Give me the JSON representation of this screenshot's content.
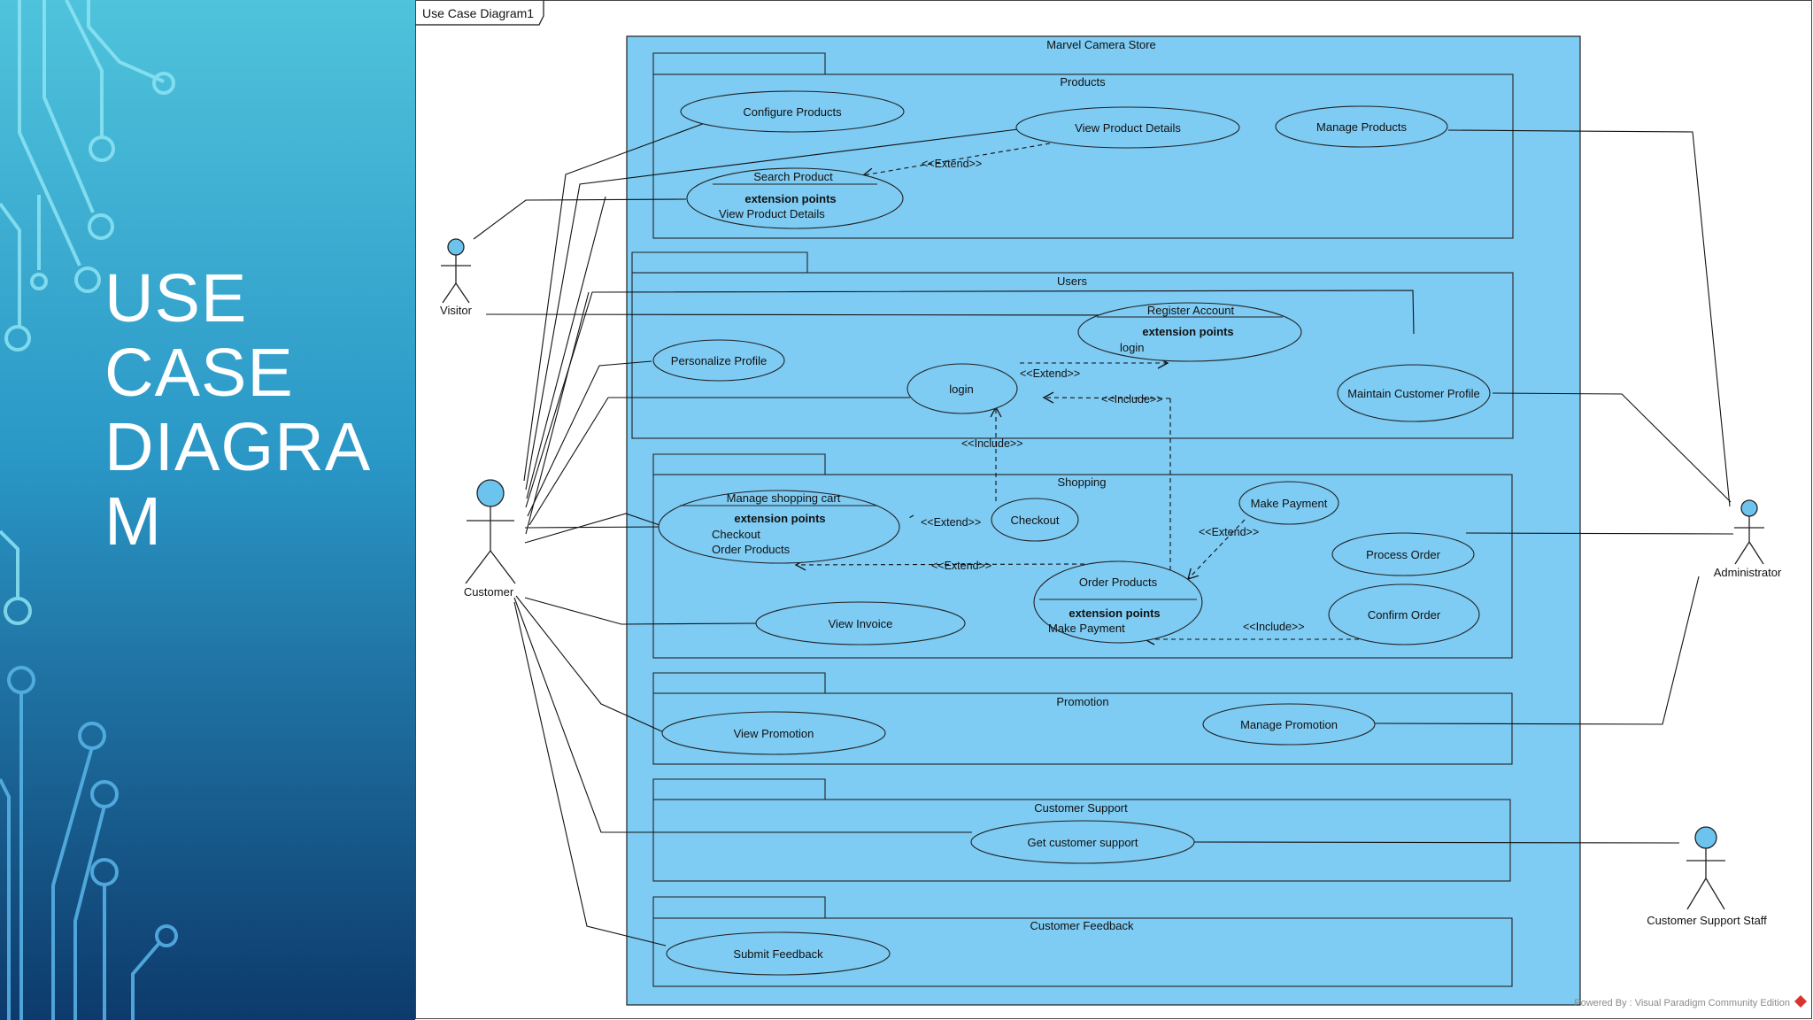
{
  "slide": {
    "title": "USE CASE DIAGRAM",
    "title_lines": [
      "USE",
      "CASE",
      "DIAGRA",
      "M"
    ]
  },
  "diagram": {
    "tab_label": "Use Case Diagram1",
    "system_name": "Marvel Camera Store",
    "watermark": "Powered By : Visual Paradigm Community Edition",
    "colors": {
      "system_fill": "#7ecbf3",
      "package_fill": "#7ecbf3",
      "usecase_fill": "#7ecbf3",
      "actor_head": "#6cc4ee",
      "left_panel_top": "#4fc1dc",
      "left_panel_bottom": "#0f3c6e"
    },
    "packages": {
      "products": "Products",
      "users": "Users",
      "shopping": "Shopping",
      "promotion": "Promotion",
      "support": "Customer Support",
      "feedback": "Customer Feedback"
    },
    "actors": {
      "visitor": "Visitor",
      "customer": "Customer",
      "administrator": "Administrator",
      "support_staff": "Customer Support Staff"
    },
    "usecases": {
      "configure_products": "Configure Products",
      "view_product_details": "View Product Details",
      "manage_products": "Manage Products",
      "search_product": {
        "name": "Search Product",
        "ext_title": "extension points",
        "ext_point": "View Product Details"
      },
      "register_account": {
        "name": "Register Account",
        "ext_title": "extension points",
        "ext_point": "login"
      },
      "personalize_profile": "Personalize Profile",
      "login": "login",
      "maintain_customer_profile": "Maintain Customer Profile",
      "manage_shopping_cart": {
        "name": "Manage shopping cart",
        "ext_title": "extension points",
        "ext_point_1": "Checkout",
        "ext_point_2": "Order Products"
      },
      "checkout": "Checkout",
      "make_payment": "Make Payment",
      "process_order": "Process Order",
      "order_products": {
        "name": "Order Products",
        "ext_title": "extension points",
        "ext_point": "Make Payment"
      },
      "confirm_order": "Confirm Order",
      "view_invoice": "View Invoice",
      "view_promotion": "View Promotion",
      "manage_promotion": "Manage Promotion",
      "get_customer_support": "Get customer support",
      "submit_feedback": "Submit Feedback"
    },
    "relations": {
      "extend_search": "<<Extend>>",
      "extend_register": "<<Extend>>",
      "include_login_order": "<<Include>>",
      "include_login_checkout": "<<Include>>",
      "extend_cart_checkout": "<<Extend>>",
      "extend_cart_order": "<<Extend>>",
      "extend_payment": "<<Extend>>",
      "include_confirm": "<<Include>>"
    }
  }
}
